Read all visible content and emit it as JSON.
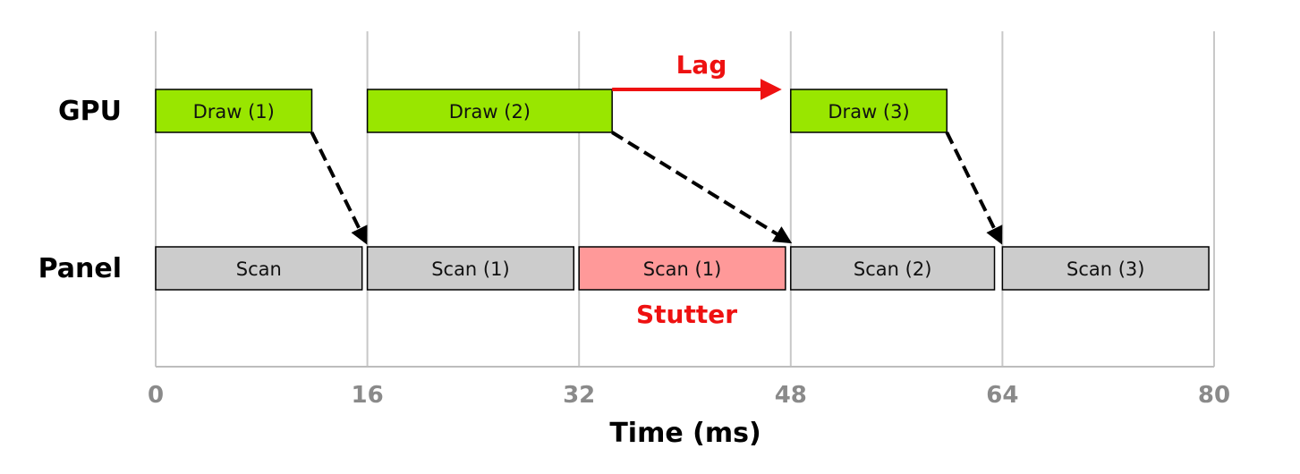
{
  "chart_data": {
    "type": "timeline",
    "xlabel": "Time (ms)",
    "xlim": [
      0,
      80
    ],
    "xticks": [
      0,
      16,
      32,
      48,
      64,
      80
    ],
    "grid": true,
    "rows": [
      {
        "name": "GPU",
        "bars": [
          {
            "label": "Draw (1)",
            "start": 0,
            "end": 11.8,
            "color": "#99e600"
          },
          {
            "label": "Draw (2)",
            "start": 16,
            "end": 34.5,
            "color": "#99e600"
          },
          {
            "label": "Draw (3)",
            "start": 48,
            "end": 59.8,
            "color": "#99e600"
          }
        ]
      },
      {
        "name": "Panel",
        "bars": [
          {
            "label": "Scan",
            "start": 0,
            "end": 15.6,
            "color": "#cccccc"
          },
          {
            "label": "Scan (1)",
            "start": 16,
            "end": 31.6,
            "color": "#cccccc"
          },
          {
            "label": "Scan (1)",
            "start": 32,
            "end": 47.6,
            "color": "#ff9999"
          },
          {
            "label": "Scan (2)",
            "start": 48,
            "end": 63.4,
            "color": "#cccccc"
          },
          {
            "label": "Scan (3)",
            "start": 64,
            "end": 79.6,
            "color": "#cccccc"
          }
        ]
      }
    ],
    "handoffs": [
      {
        "from": 11.8,
        "to": 16
      },
      {
        "from": 34.5,
        "to": 48
      },
      {
        "from": 59.8,
        "to": 64
      }
    ],
    "annotations": [
      {
        "text": "Lag",
        "from": 34.5,
        "to": 48,
        "color": "#ee1111"
      },
      {
        "text": "Stutter",
        "at": 40,
        "color": "#ee1111"
      }
    ]
  }
}
